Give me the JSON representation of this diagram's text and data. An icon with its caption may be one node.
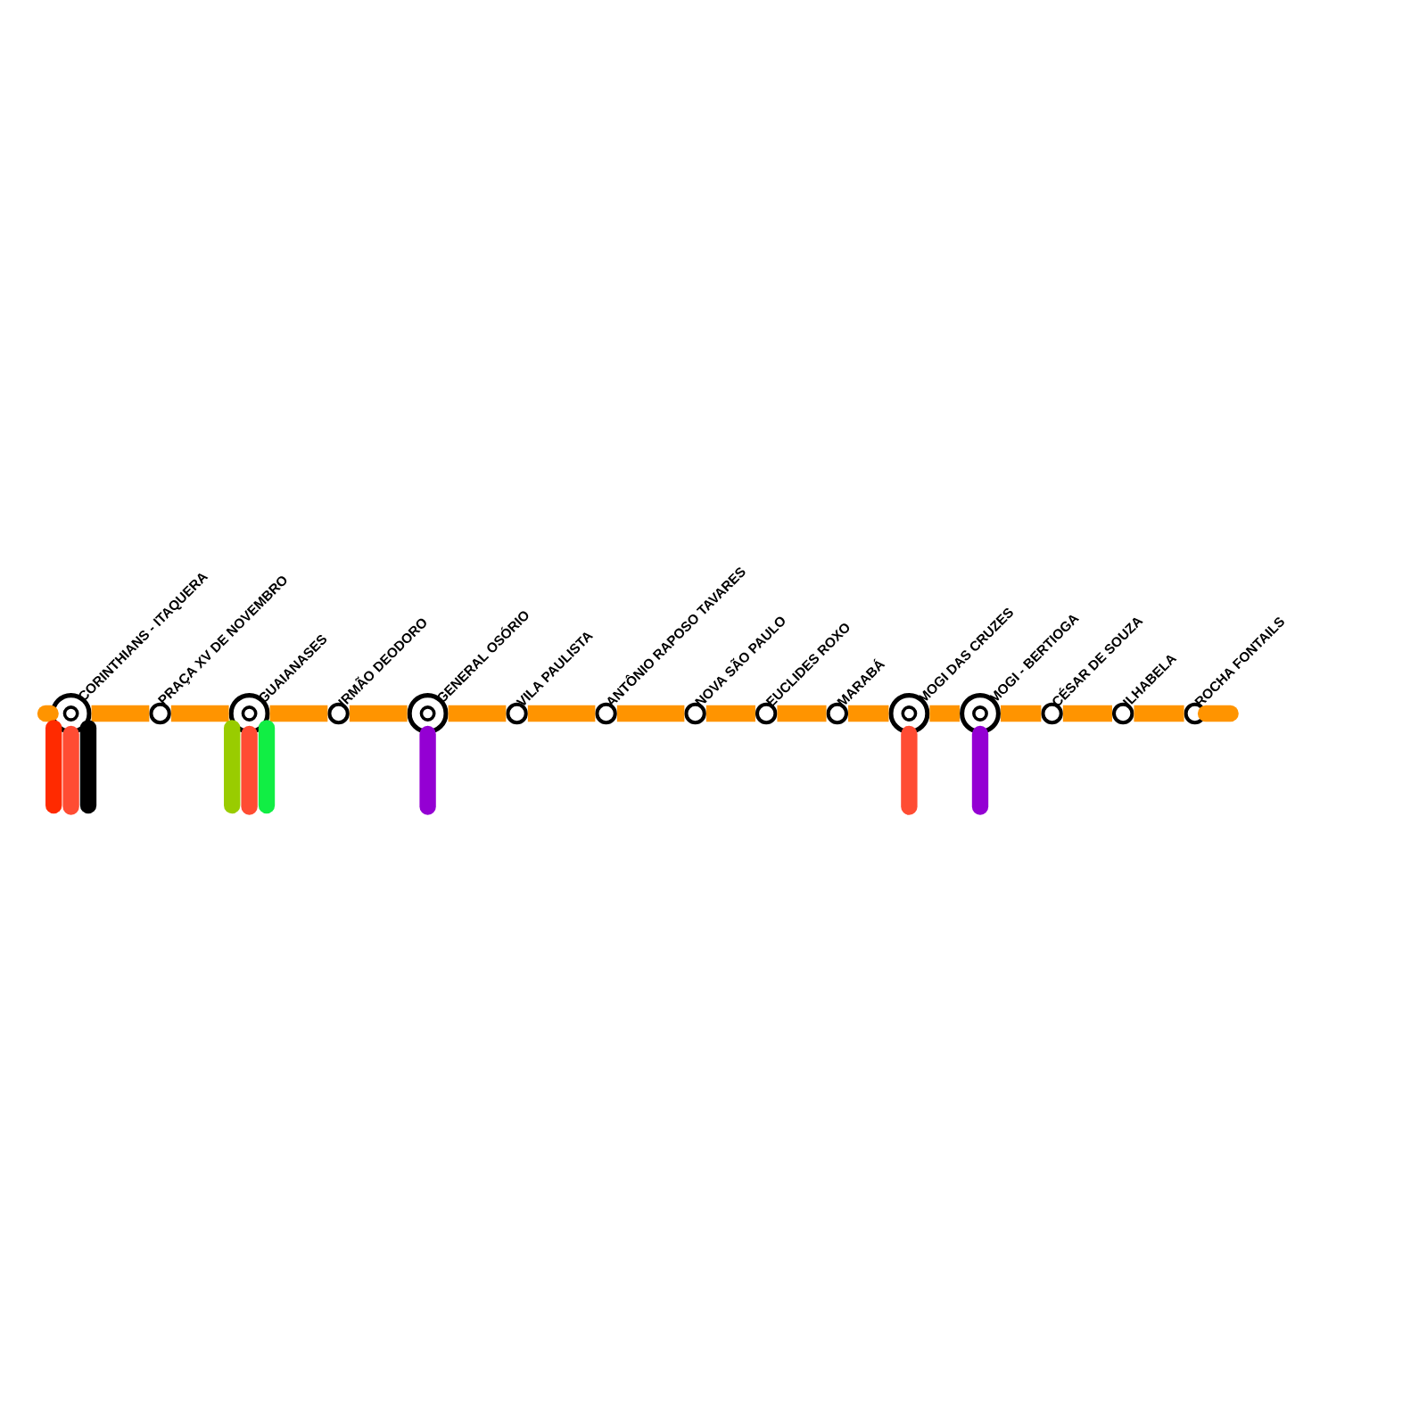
{
  "diagram": {
    "nodes": [
      {
        "text": [
          "CORINTHIANS - ITAQUERA"
        ]
      },
      {
        "text": [
          "PRAÇA XV DE NOVEMBRO"
        ]
      },
      {
        "text": [
          "GUAIANASES"
        ]
      },
      {
        "text": [
          "IRMÃO DEODORO"
        ]
      },
      {
        "text": [
          "GENERAL OSÓRIO"
        ]
      },
      {
        "text": [
          "VILA PAULISTA"
        ]
      },
      {
        "text": [
          "ANTÔNIO RAPOSO TAVARES"
        ]
      },
      {
        "text": [
          "NOVA SÃO PAULO"
        ]
      },
      {
        "text": [
          "EUCLIDES ROXO"
        ]
      },
      {
        "text": [
          "MARABÁ"
        ]
      },
      {
        "text": [
          "MOGI DAS CRUZES"
        ]
      },
      {
        "text": [
          "MOGI - BERTIOGA"
        ]
      },
      {
        "text": [
          "CÉSAR DE SOUZA"
        ]
      },
      {
        "text": [
          "ILHABELA"
        ]
      },
      {
        "text": [
          "ROCHA FONTAILS"
        ]
      }
    ],
    "edges": [
      {
        "from": null,
        "to": 0,
        "arrow": "none"
      },
      {
        "from": 0,
        "to": 1,
        "arrow": "none"
      },
      {
        "from": 1,
        "to": 2,
        "arrow": "none"
      },
      {
        "from": 2,
        "to": 3,
        "arrow": "none"
      },
      {
        "from": 3,
        "to": 4,
        "arrow": "none"
      },
      {
        "from": 4,
        "to": 5,
        "arrow": "none"
      },
      {
        "from": 5,
        "to": 6,
        "arrow": "none"
      },
      {
        "from": 6,
        "to": 7,
        "arrow": "none"
      },
      {
        "from": 7,
        "to": 8,
        "arrow": "none"
      },
      {
        "from": 8,
        "to": 9,
        "arrow": "none"
      },
      {
        "from": 9,
        "to": 10,
        "arrow": "none"
      },
      {
        "from": 10,
        "to": 11,
        "arrow": "none"
      },
      {
        "from": 11,
        "to": 12,
        "arrow": "none"
      },
      {
        "from": 12,
        "to": 13,
        "arrow": "none"
      },
      {
        "from": 13,
        "to": 14,
        "arrow": "none"
      },
      {
        "from": 14,
        "to": null,
        "arrow": "none"
      },
      {
        "from": 0,
        "to": null,
        "arrow": "none",
        "color": "#ff2a00"
      },
      {
        "from": 0,
        "to": null,
        "arrow": "none",
        "color": "#ff4c33"
      },
      {
        "from": 0,
        "to": null,
        "arrow": "none",
        "color": "#000000"
      },
      {
        "from": 2,
        "to": null,
        "arrow": "none",
        "color": "#99cc00"
      },
      {
        "from": 2,
        "to": null,
        "arrow": "none",
        "color": "#ff4c33"
      },
      {
        "from": 2,
        "to": null,
        "arrow": "none",
        "color": "#11ee44"
      },
      {
        "from": 4,
        "to": null,
        "arrow": "none",
        "color": "#9400d3"
      },
      {
        "from": 10,
        "to": null,
        "arrow": "none",
        "color": "#ff4c33"
      },
      {
        "from": 11,
        "to": null,
        "arrow": "none",
        "color": "#9400d3"
      }
    ]
  }
}
